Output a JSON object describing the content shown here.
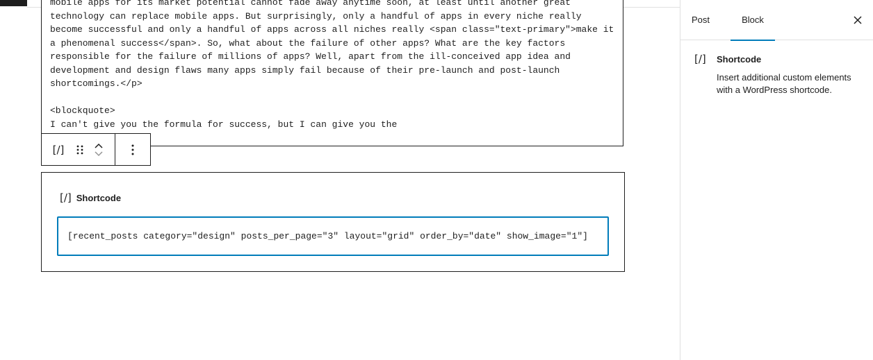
{
  "editor": {
    "html_lines": [
      "mobile apps for its market potential cannot fade away anytime soon, at least until another great",
      "technology can replace mobile apps. But surprisingly, only a handful of apps in every niche really",
      "become successful and only a handful of apps across all niches really <span class=\"text-primary\">make it",
      "a phenomenal success</span>. So, what about the failure of other apps? What are the key factors",
      "responsible for the failure of millions of apps? Well, apart from the ill-conceived app idea and",
      "development and design flaws many apps simply fail because of their pre-launch and post-launch",
      "shortcomings.</p>",
      "",
      "<blockquote>",
      "I can't give you the formula for success, but I can give you the"
    ],
    "toolbar": {
      "shortcode_icon": "[/]",
      "drag_icon": "⠿",
      "move_up_icon": "⌃",
      "move_down_icon": "⌄",
      "more_icon": "⋮"
    },
    "shortcode_block": {
      "icon": "[/]",
      "label": "Shortcode",
      "value": "[recent_posts category=\"design\" posts_per_page=\"3\" layout=\"grid\" order_by=\"date\" show_image=\"1\"]"
    }
  },
  "sidebar": {
    "tabs": [
      {
        "label": "Post"
      },
      {
        "label": "Block"
      }
    ],
    "close_icon": "close-icon",
    "block_card": {
      "icon": "[/]",
      "title": "Shortcode",
      "description": "Insert additional custom elements with a WordPress shortcode."
    }
  },
  "colors": {
    "accent": "#007cba",
    "text": "#1e1e1e",
    "border": "#e0e0e0"
  }
}
